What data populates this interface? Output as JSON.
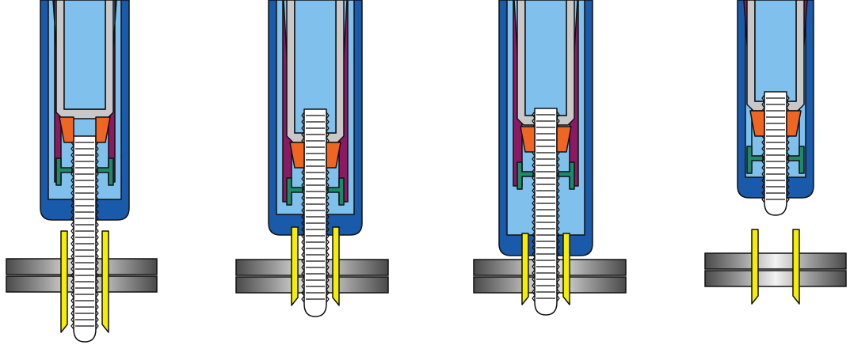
{
  "figure": {
    "stages": [
      {
        "id": "stage-1",
        "step": 1,
        "tool_extent": "full",
        "pin_extent": "full",
        "collar_state": "placed"
      },
      {
        "id": "stage-2",
        "step": 2,
        "tool_extent": "full",
        "pin_extent": "pulled",
        "collar_state": "swaging"
      },
      {
        "id": "stage-3",
        "step": 3,
        "tool_extent": "full",
        "pin_extent": "pulled",
        "collar_state": "swaged"
      },
      {
        "id": "stage-4",
        "step": 4,
        "tool_extent": "withdrawn",
        "pin_extent": "broken-off",
        "collar_state": "installed"
      }
    ],
    "colors": {
      "housing": "#1a5aaa",
      "housing_inner": "#7fc0ec",
      "anvil": "#8b1a63",
      "chuck": "#c8c8c8",
      "jaws": "#ee6622",
      "release": "#1f8a6a",
      "collar": "#f5ee00",
      "pin": "#ffffff",
      "plate_dark": "#444444",
      "plate_light": "#eeeeee",
      "outline": "#111111"
    }
  }
}
